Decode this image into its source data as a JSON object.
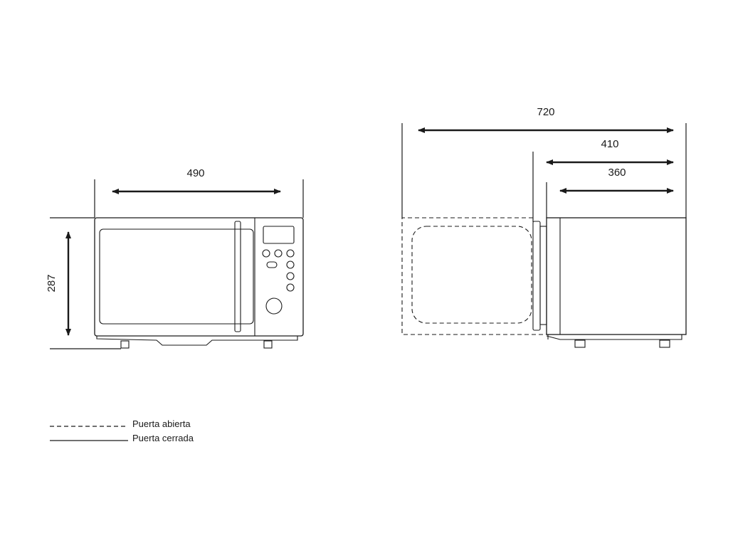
{
  "front_view": {
    "width_label": "490",
    "height_label": "287"
  },
  "side_view": {
    "total_depth_label": "720",
    "depth_with_door_label": "410",
    "body_depth_label": "360"
  },
  "legend": {
    "open_door_label": "Puerta abierta",
    "closed_door_label": "Puerta cerrada"
  },
  "colors": {
    "line": "#1a1a1a",
    "background": "#ffffff"
  }
}
